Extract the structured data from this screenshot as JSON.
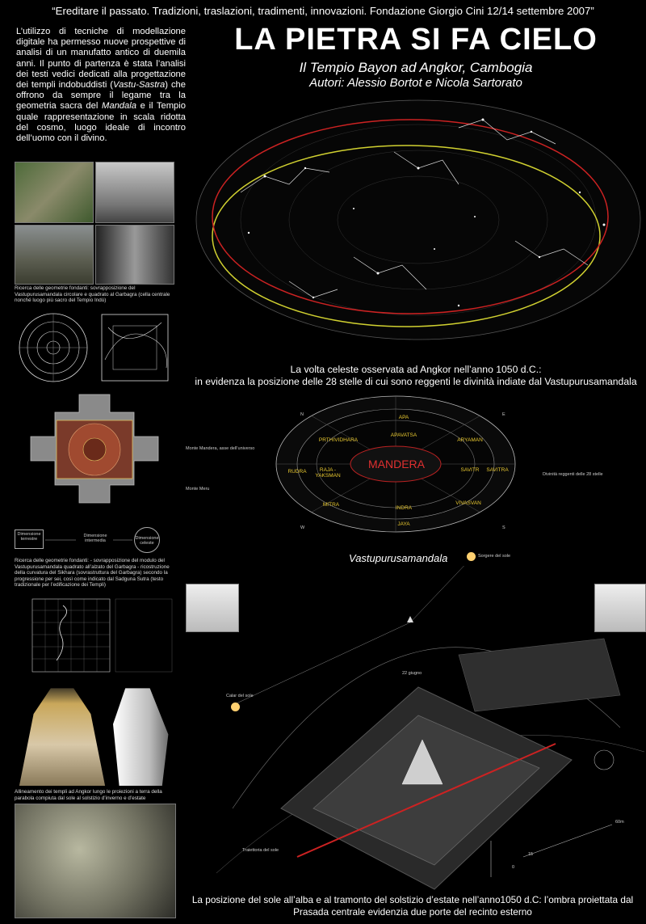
{
  "header": {
    "top_line": "“Ereditare il passato. Tradizioni, traslazioni, tradimenti, innovazioni. Fondazione Giorgio Cini 12/14 settembre 2007”",
    "title": "LA PIETRA SI FA CIELO",
    "subtitle": "Il Tempio Bayon ad Angkor, Cambogia",
    "authors": "Autori: Alessio Bortot e Nicola Sartorato"
  },
  "intro": {
    "p1": "L’utilizzo di tecniche di modellazione digitale ha permesso nuove prospettive di analisi di un manufatto antico di duemila anni. Il punto di partenza è stata l’analisi dei testi vedici dedicati alla progettazione dei templi indobuddisti (",
    "vastu": "Vastu-Sastra",
    "p2": ") che offrono da sempre il legame tra la geometria sacra del ",
    "mandala": "Mandala",
    "p3": " e il Tempio quale rappresentazione in scala ridotta del cosmo, luogo ideale di incontro dell’uomo con il divino."
  },
  "captions": {
    "cap1": "Ricerca delle geometrie fondanti: sovrapposizione del Vastupurusamandala circolare e quadrato al Garbagra (cella centrale nonché luogo più sacro del Tempio Indù)",
    "cap2": "Ricerca delle geometrie fondanti: - sovrapposizione del modulo del Vastupurusamandala quadrato all’alzato del Garbagra - ricostruzione della curvatura del Sikhara (sovrastruttura del Garbagra) secondo la progressione per sei, così come indicato dal Sadguna Sutra (testo tradizionale per l’edificazione dei Templi)",
    "cap3": "Allineamento dei templi ad Angkor lungo le proiezioni a terra della parabola compiuta dal sole al solstizio d’inverno e d’estate",
    "dim1": "Dimensione terrestre",
    "dim2": "Dimensione intermedia",
    "dim3": "Dimensione celeste"
  },
  "sky": {
    "caption_line1": "La volta celeste osservata ad Angkor nell’anno 1050 d.C.:",
    "caption_line2": "in evidenza la posizione delle 28 stelle di cui sono reggenti le divinità indiate dal Vastupurusamandala"
  },
  "mandala": {
    "center": "MANDERA",
    "deities": [
      "APA",
      "APAVATSA",
      "ARYAMAN",
      "SAVITR",
      "SAVITRA",
      "VIVASVAN",
      "INDRA",
      "JAYA",
      "MITRA",
      "RAJA -YAKSMAN",
      "RUDRA",
      "PRTHIVIDHARA"
    ],
    "directions": [
      "N",
      "E",
      "S",
      "W"
    ],
    "left_label1": "Monte Mandera, asse dell’universo",
    "left_label2": "Monte Meru",
    "right_label": "Divinità reggenti delle 28 stelle",
    "name": "Vastupurusamandala",
    "sunrise": "Sorgere del sole"
  },
  "temple": {
    "sunset": "Calar del sole",
    "solstice": "22 giugno",
    "trajectory": "Traiettoria del sole",
    "scale_60": "60m",
    "scale_15": "15",
    "scale_0": "0",
    "caption_line1": "La posizione del sole all’alba e al tramonto del solstizio d’estate nell’anno1050 d.C: l’ombra proiettata dal",
    "caption_line2": "Prasada centrale evidenzia due porte del recinto esterno"
  }
}
